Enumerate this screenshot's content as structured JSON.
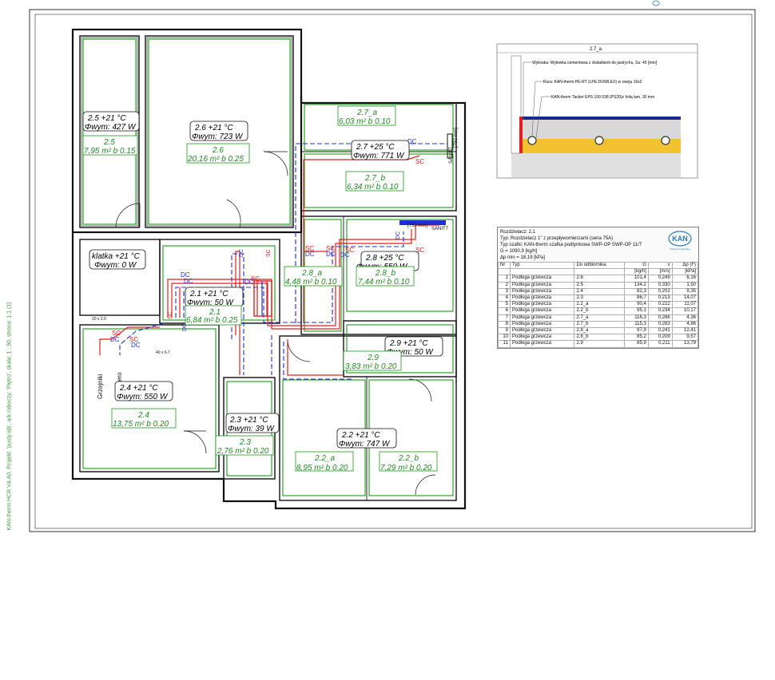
{
  "sheet_label": "KAN-therm HCR V4.A0. Projekt: 'pusty.isb', ark.roboczy: 'Piętro', skala: 1 : 50, strona: 1:1 (1)",
  "rooms": [
    {
      "id": "r25",
      "temp": "2.5 +21 °C",
      "phi": "Φwym: 427 W",
      "loop": "2.5",
      "area": "7,95 m² b 0.15"
    },
    {
      "id": "r26",
      "temp": "2.6 +21 °C",
      "phi": "Φwym: 723 W",
      "loop": "2.6",
      "area": "20,16 m² b 0.25"
    },
    {
      "id": "r27",
      "temp": "2.7 +25 °C",
      "phi": "Φwym: 771 W"
    },
    {
      "id": "r27a",
      "loop": "2.7_a",
      "area": "6,03 m² b 0.10"
    },
    {
      "id": "r27b",
      "loop": "2.7_b",
      "area": "6,34 m² b 0.10"
    },
    {
      "id": "klatka",
      "temp": "klatka +21 °C",
      "phi": "Φwym: 0 W"
    },
    {
      "id": "r28",
      "temp": "2.8 +25 °C",
      "phi": "Φwym: 550 W"
    },
    {
      "id": "r28a",
      "loop": "2.8_a",
      "area": "4,48 m² b 0.10"
    },
    {
      "id": "r28b",
      "loop": "2.8_b",
      "area": "7,44 m² b 0.10"
    },
    {
      "id": "r21",
      "temp": "2.1 +21 °C",
      "phi": "Φwym: 50 W",
      "loop": "2.1",
      "area": "6,84 m² b 0.25"
    },
    {
      "id": "r29",
      "temp": "2.9 +21 °C",
      "phi": "Φwym: 50 W",
      "loop": "2.9",
      "area": "3,83 m² b 0.20"
    },
    {
      "id": "r24",
      "temp": "2.4 +21 °C",
      "phi": "Φwym: 550 W",
      "loop": "2.4",
      "area": "13,75 m² b 0.20"
    },
    {
      "id": "r23",
      "temp": "2.3 +21 °C",
      "phi": "Φwym: 39 W",
      "loop": "2.3",
      "area": "2,76 m² b 0.20"
    },
    {
      "id": "r22",
      "temp": "2.2 +21 °C",
      "phi": "Φwym: 747 W"
    },
    {
      "id": "r22a",
      "loop": "2.2_a",
      "area": "8,95 m² b 0.20"
    },
    {
      "id": "r22b",
      "loop": "2.2_b",
      "area": "7,29 m² b 0.20"
    }
  ],
  "pipe_labels": {
    "dc": "DC",
    "sc": "SC",
    "sanit": "SANIT7",
    "dim750": "[750 mm]",
    "dim20": "20 x 2.0",
    "dim40": "40 x 6.7",
    "grzejniki": "Grzejniki",
    "ero": "ero"
  },
  "section": {
    "title": "2.7_a",
    "layer1": "Wylewka: Wylewka cementowa z dodatkiem do jastrychu, Su: 45 [mm]",
    "layer2": "Rura: KAN-therm PE-RT (LPE-DOWLEX) w zwoju 16x2",
    "layer3": "KAN-therm Tacker EPS 100 038 (PS20)z folią lam. 30 mm"
  },
  "manifold": {
    "line1": "Rozdzielacz: 2.1",
    "line2": "Typ: Rozdzielacz 1\" z przepływomierzami (seria 75A)",
    "line3": "Typ szafki: KAN-therm szafka podtynkowa SWP-OP SWP-OP 11/7",
    "line4": "G = 1090,9 [kg/h]",
    "line5": "Δp min = 18,19 [kPa]",
    "logo": "KAN",
    "logo_sub": "heating & plumbing"
  },
  "table": {
    "headers": [
      "Nr",
      "Typ",
      "Do odbiornika",
      "G",
      "v",
      "Δp (F)"
    ],
    "units": [
      "",
      "",
      "",
      "[kg/h]",
      "[m/s]",
      "[kPa]"
    ],
    "rows": [
      [
        "1",
        "Podłoga grzewcza",
        "2.6",
        "101,4",
        "0,249",
        "6,16"
      ],
      [
        "2",
        "Podłoga grzewcza",
        "2.5",
        "134,2",
        "0,330",
        "1,50"
      ],
      [
        "3",
        "Podłoga grzewcza",
        "2.4",
        "82,3",
        "0,202",
        "9,35"
      ],
      [
        "4",
        "Podłoga grzewcza",
        "2.3",
        "86,7",
        "0,213",
        "14,07"
      ],
      [
        "5",
        "Podłoga grzewcza",
        "2.2_a",
        "90,4",
        "0,222",
        "11,07"
      ],
      [
        "6",
        "Podłoga grzewcza",
        "2.2_b",
        "95,1",
        "0,234",
        "10,17"
      ],
      [
        "7",
        "Podłoga grzewcza",
        "2.7_a",
        "116,3",
        "0,286",
        "4,36"
      ],
      [
        "8",
        "Podłoga grzewcza",
        "2.7_b",
        "115,3",
        "0,283",
        "4,96"
      ],
      [
        "9",
        "Podłoga grzewcza",
        "2.8_a",
        "97,9",
        "0,241",
        "12,41"
      ],
      [
        "10",
        "Podłoga grzewcza",
        "2.8_b",
        "85,2",
        "0,209",
        "9,57"
      ],
      [
        "11",
        "Podłoga grzewcza",
        "2.9",
        "85,9",
        "0,211",
        "13,79"
      ]
    ]
  },
  "colors": {
    "wall": "#111111",
    "loop": "#1a9a1a",
    "supply": "#e02020",
    "return": "#2030d0",
    "label_green": "#1f8a1f"
  }
}
